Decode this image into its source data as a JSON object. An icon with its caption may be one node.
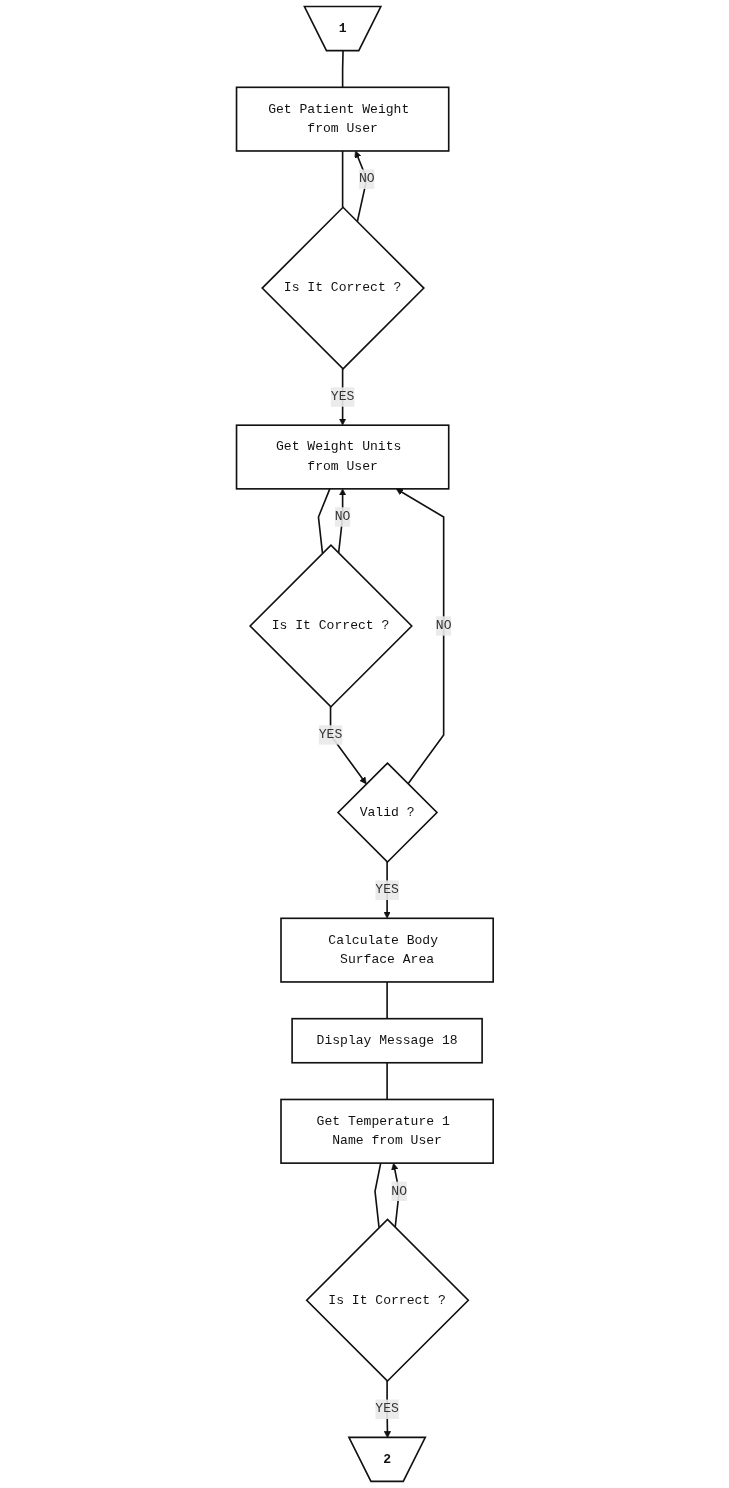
{
  "diagram": {
    "nodes": [
      {
        "text": [
          "1"
        ]
      },
      {
        "text": [
          "Get Patient Weight from User"
        ]
      },
      {
        "text": [
          "Is It Correct ?"
        ]
      },
      {
        "text": [
          "Get Weight Units from User"
        ]
      },
      {
        "text": [
          "Is It Correct ?"
        ]
      },
      {
        "text": [
          "Valid ?"
        ]
      },
      {
        "text": [
          "Calculate Body Surface Area"
        ]
      },
      {
        "text": [
          "Display Message 18"
        ]
      },
      {
        "text": [
          "Get Temperature 1 Name from User"
        ]
      },
      {
        "text": [
          "Is It Correct ?"
        ]
      },
      {
        "text": [
          "2"
        ]
      }
    ],
    "edges": [
      {
        "from": 0,
        "to": 1,
        "arrow": "none"
      },
      {
        "from": 2,
        "to": 1,
        "label": "NO",
        "arrow": "to"
      },
      {
        "from": 1,
        "to": 2,
        "arrow": "none"
      },
      {
        "from": 2,
        "to": 3,
        "label": "YES",
        "arrow": "to"
      },
      {
        "from": 4,
        "to": 3,
        "label": "NO",
        "arrow": "to"
      },
      {
        "from": 5,
        "to": 3,
        "label": "NO",
        "arrow": "to"
      },
      {
        "from": 3,
        "to": 4,
        "arrow": "none"
      },
      {
        "from": 4,
        "to": 5,
        "label": "YES",
        "arrow": "to"
      },
      {
        "from": 5,
        "to": 6,
        "label": "YES",
        "arrow": "to"
      },
      {
        "from": 6,
        "to": 7,
        "arrow": "none"
      },
      {
        "from": 7,
        "to": 8,
        "arrow": "none"
      },
      {
        "from": 9,
        "to": 8,
        "label": "NO",
        "arrow": "to"
      },
      {
        "from": 8,
        "to": 9,
        "arrow": "none"
      },
      {
        "from": 9,
        "to": 10,
        "label": "YES",
        "arrow": "to"
      }
    ]
  }
}
